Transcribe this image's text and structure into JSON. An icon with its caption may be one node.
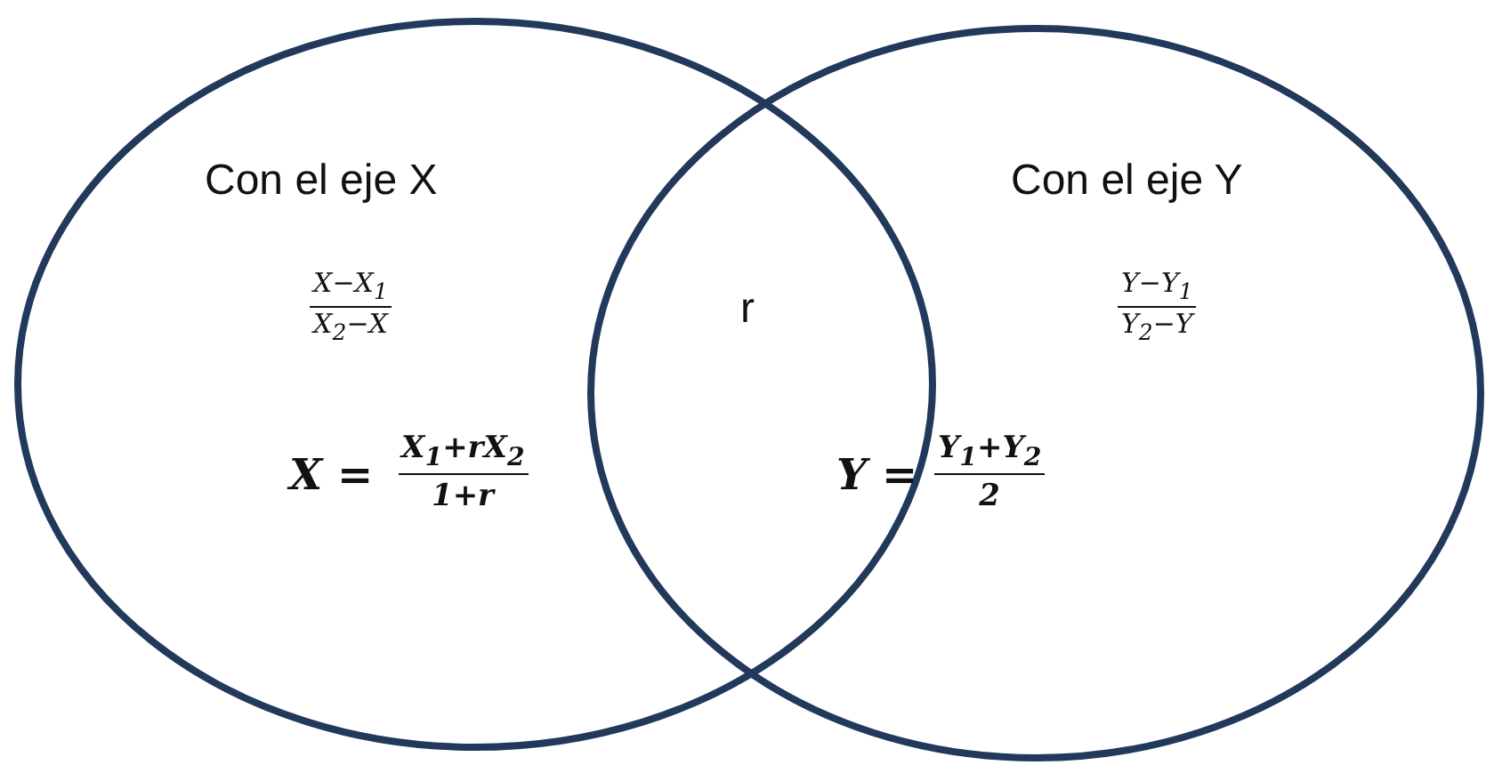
{
  "diagram": {
    "nodes": [
      {
        "text": [
          "Con el eje X"
        ]
      },
      {
        "text": [
          "Con el eje Y"
        ]
      }
    ],
    "edges": [],
    "labels": [
      "X−X$_{1}$",
      "X$_{2}$−X",
      "r",
      "Y−Y$_{1}$",
      "Y$_{2}$−Y",
      "X =",
      "X$_{1}$+rX$_{2}$",
      "1+r",
      "Y =",
      "Y$_{1}$+Y$_{2}$",
      "2"
    ]
  }
}
